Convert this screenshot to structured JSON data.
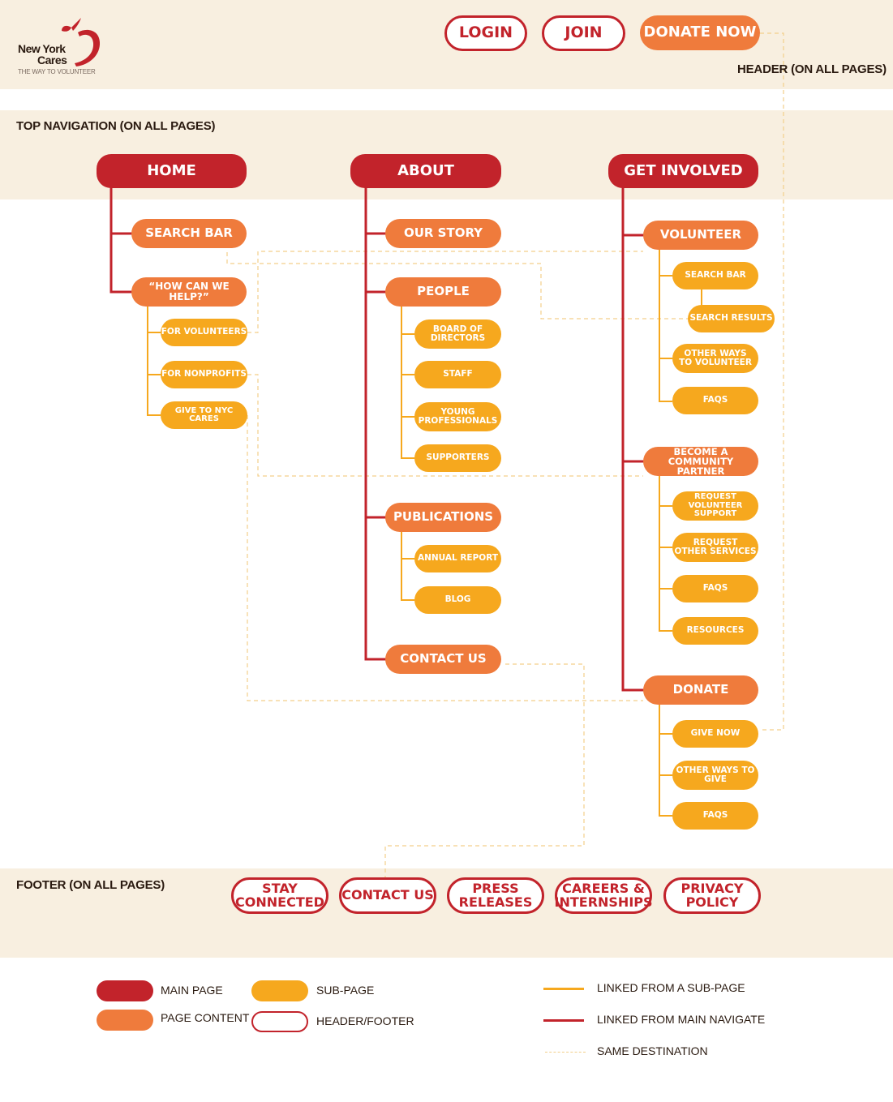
{
  "colors": {
    "main_page": "#c2232b",
    "page_content": "#ef7b3c",
    "sub_page": "#f6a81e",
    "dashed": "#f3cf8a",
    "band": "#f8efe0"
  },
  "logo": {
    "line1": "New York",
    "line2": "Cares",
    "tagline": "THE WAY TO VOLUNTEER",
    "icon": "apple-heart-icon"
  },
  "header": {
    "label": "HEADER (ON ALL PAGES)",
    "login": "LOGIN",
    "join": "JOIN",
    "donate": "DONATE NOW"
  },
  "nav": {
    "label": "TOP NAVIGATION (ON ALL PAGES)"
  },
  "home": {
    "title": "HOME",
    "search_bar": "SEARCH BAR",
    "how_help": "“HOW CAN WE HELP?”",
    "for_volunteers": "FOR VOLUNTEERS",
    "for_nonprofits": "FOR NONPROFITS",
    "give": "GIVE TO NYC CARES"
  },
  "about": {
    "title": "ABOUT",
    "our_story": "OUR STORY",
    "people": "PEOPLE",
    "board": "BOARD OF\nDIRECTORS",
    "staff": "STAFF",
    "young": "YOUNG\nPROFESSIONALS",
    "supporters": "SUPPORTERS",
    "publications": "PUBLICATIONS",
    "annual_report": "ANNUAL REPORT",
    "blog": "BLOG",
    "contact": "CONTACT US"
  },
  "get_involved": {
    "title": "GET INVOLVED",
    "volunteer": "VOLUNTEER",
    "search_bar": "SEARCH BAR",
    "search_results": "SEARCH RESULTS",
    "other_ways": "OTHER WAYS\nTO VOLUNTEER",
    "faqs1": "FAQS",
    "partner": "BECOME A\nCOMMUNITY PARTNER",
    "request_vol": "REQUEST\nVOLUNTEER\nSUPPORT",
    "request_other": "REQUEST\nOTHER SERVICES",
    "faqs2": "FAQS",
    "resources": "RESOURCES",
    "donate": "DONATE",
    "give_now": "GIVE NOW",
    "other_give": "OTHER WAYS TO\nGIVE",
    "faqs3": "FAQS"
  },
  "footer": {
    "label": "FOOTER (ON ALL PAGES)",
    "stay": "STAY\nCONNECTED",
    "contact": "CONTACT US",
    "press": "PRESS\nRELEASES",
    "careers": "CAREERS &\nINTERNSHIPS",
    "privacy": "PRIVACY\nPOLICY"
  },
  "legend": {
    "main_page": "MAIN PAGE",
    "page_content": "PAGE CONTENT",
    "sub_page": "SUB-PAGE",
    "header_footer": "HEADER/FOOTER",
    "linked_sub": "LINKED FROM A SUB-PAGE",
    "linked_main": "LINKED FROM MAIN NAVIGATE",
    "same_dest": "SAME DESTINATION"
  }
}
